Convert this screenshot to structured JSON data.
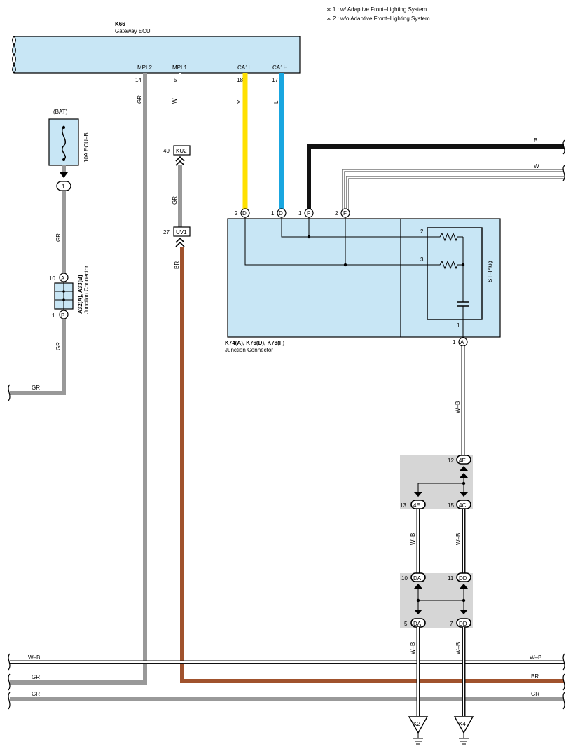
{
  "notes": [
    "∗ 1 : w/ Adaptive Front–Lighting System",
    "∗ 2 : w/o Adaptive Front–Lighting System"
  ],
  "ecu": {
    "code": "K66",
    "name": "Gateway ECU",
    "pins": [
      {
        "name": "MPL2",
        "num": "14",
        "wire": "GR"
      },
      {
        "name": "MPL1",
        "num": "5",
        "wire": "W"
      },
      {
        "name": "CA1L",
        "num": "18",
        "wire": "Y"
      },
      {
        "name": "CA1H",
        "num": "17",
        "wire": "L"
      }
    ]
  },
  "fuse": {
    "source": "(BAT)",
    "label": "10A ECU–B",
    "pin": "1"
  },
  "jc_left": {
    "code": "A32(A), A33(B)",
    "name": "Junction Connector",
    "pin_top": "10",
    "pin_top_letter": "A",
    "pin_bot": "1",
    "pin_bot_letter": "B"
  },
  "left_wires": {
    "upper": "GR",
    "lower": "GR",
    "bottom": "GR"
  },
  "inline": {
    "ku2": {
      "num": "49",
      "code": "KU2",
      "wire_below": "GR"
    },
    "uv1": {
      "num": "27",
      "code": "UV1",
      "wire_below": "BR"
    }
  },
  "jc_main": {
    "code": "K74(A), K76(D), K78(F)",
    "name": "Junction Connector",
    "pins": [
      {
        "num": "2",
        "letter": "D"
      },
      {
        "num": "1",
        "letter": "D"
      },
      {
        "num": "1",
        "letter": "F"
      },
      {
        "num": "2",
        "letter": "F"
      }
    ],
    "plug_label": "ST–Plug",
    "plug_pins": [
      "2",
      "3",
      "1"
    ],
    "out_pin": "1",
    "out_letter": "A",
    "wire_b": "B",
    "wire_w": "W"
  },
  "out_wire": "W–B",
  "splice_top": {
    "in_num": "12",
    "in": "4E",
    "left_num": "13",
    "left": "4E",
    "right_num": "15",
    "right": "4C",
    "wire_l": "W–B",
    "wire_r": "W–B"
  },
  "splice_bot": {
    "tl_num": "10",
    "tl": "DA",
    "tr_num": "11",
    "tr": "DD",
    "bl_num": "5",
    "bl": "DA",
    "br_num": "7",
    "br": "DD",
    "wire_l": "W–B",
    "wire_r": "W–B"
  },
  "bus": {
    "wb_left": "W–B",
    "wb_right": "W–B",
    "gr_left": "GR",
    "br_right": "BR",
    "gr2_left": "GR",
    "gr2_right": "GR"
  },
  "grounds": [
    "K2",
    "K4"
  ],
  "colors": {
    "blue_fill": "#c8e6f5",
    "gray_wire": "#999999",
    "yellow": "#ffe000",
    "blue_wire": "#19a6e0",
    "brown": "#a0522d",
    "splice_bg": "#d6d6d6"
  }
}
